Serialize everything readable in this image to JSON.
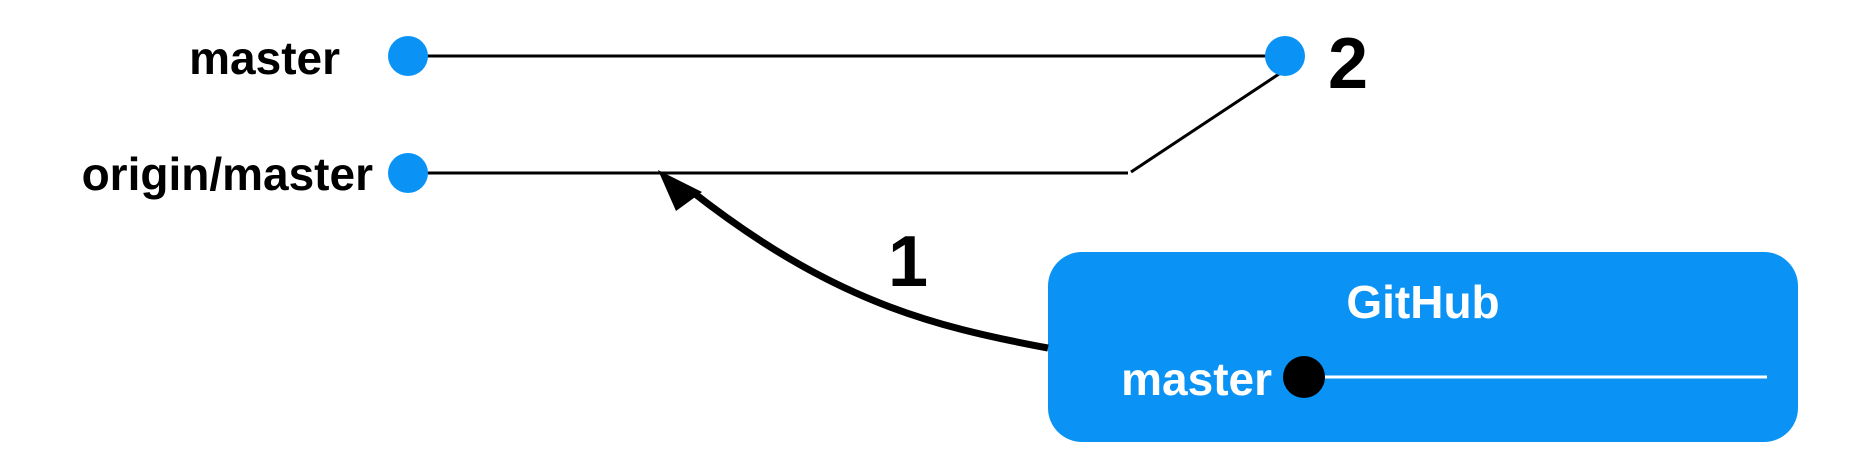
{
  "branches": {
    "local_master": "master",
    "origin_master": "origin/master"
  },
  "steps": {
    "step_1": "1",
    "step_2": "2"
  },
  "remote": {
    "title": "GitHub",
    "branch": "master"
  },
  "colors": {
    "commit_node": "#0a93f5",
    "remote_box": "#0a93f5",
    "remote_node": "#000000",
    "line": "#000000",
    "remote_line": "#ffffff"
  }
}
